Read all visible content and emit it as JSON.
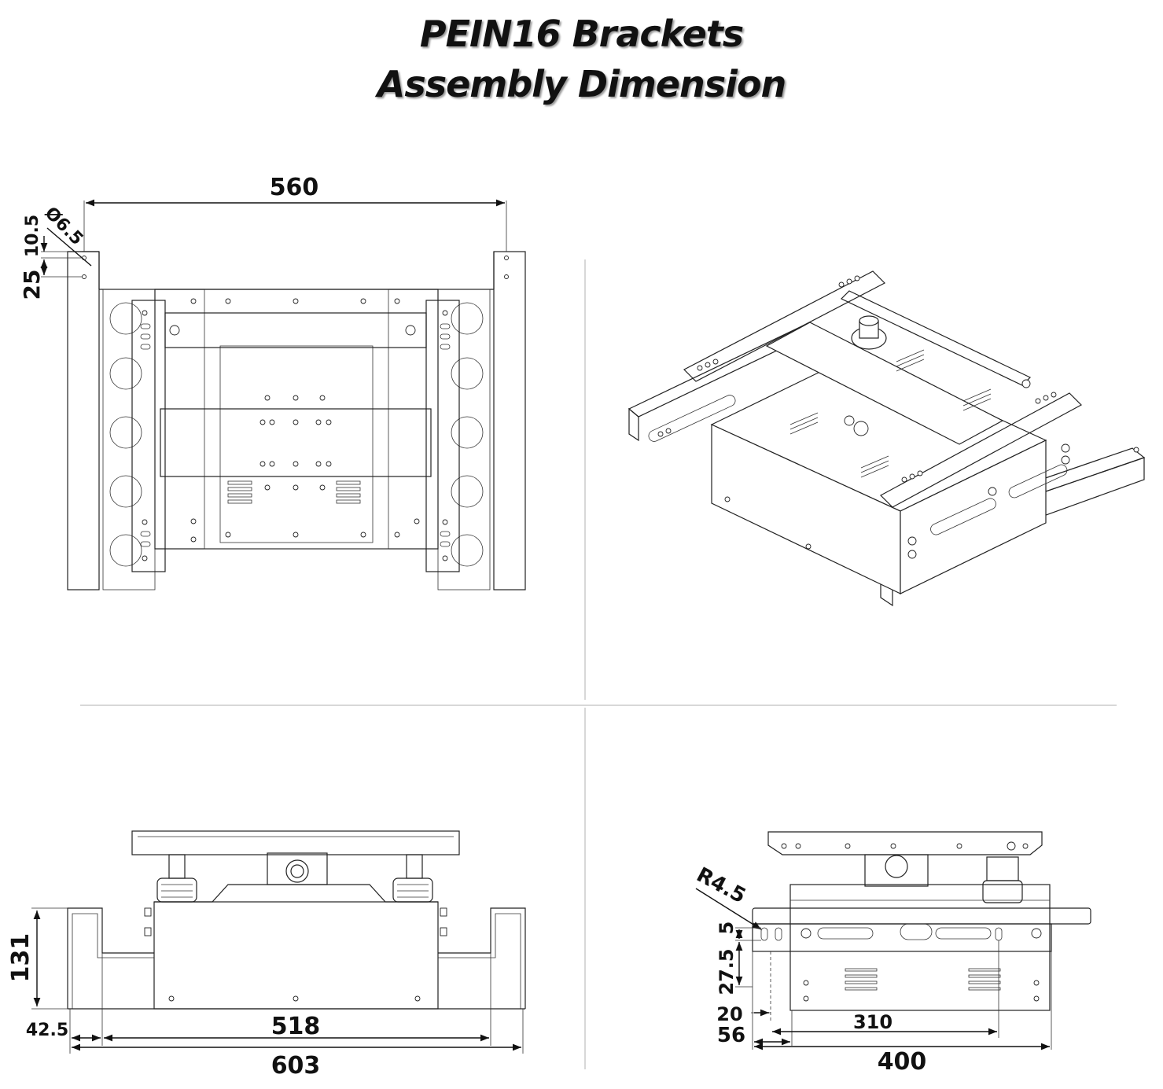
{
  "title": {
    "line1": "PEIN16 Brackets",
    "line2": "Assembly Dimension"
  },
  "top_view": {
    "width_label": "560",
    "hole_label": "Ø6.5",
    "offset1_label": "10.5",
    "offset2_label": "25"
  },
  "front_view": {
    "height_label": "131",
    "inner_width_label": "518",
    "outer_width_label": "603",
    "left_offset_label": "42.5"
  },
  "side_view": {
    "radius_label": "R4.5",
    "slot_label_1": "5",
    "slot_label_2": "27.5",
    "offset_label_1": "20",
    "offset_label_2": "56",
    "slot_span_label": "310",
    "length_label": "400"
  }
}
